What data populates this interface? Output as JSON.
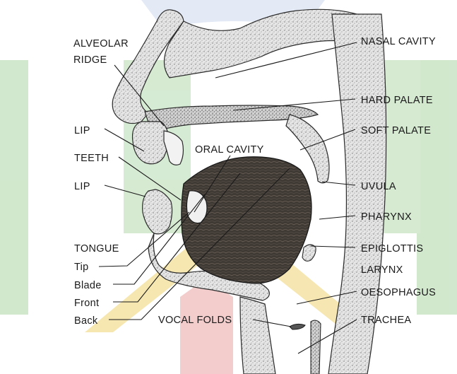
{
  "diagram": {
    "labels": {
      "alveolar_ridge_1": "ALVEOLAR",
      "alveolar_ridge_2": "RIDGE",
      "nasal_cavity": "NASAL CAVITY",
      "hard_palate": "HARD PALATE",
      "soft_palate": "SOFT PALATE",
      "lip_upper": "LIP",
      "teeth": "TEETH",
      "oral_cavity": "ORAL CAVITY",
      "lip_lower": "LIP",
      "uvula": "UVULA",
      "pharynx": "PHARYNX",
      "tongue": "TONGUE",
      "tip": "Tip",
      "blade": "Blade",
      "front": "Front",
      "back": "Back",
      "epiglottis": "EPIGLOTTIS",
      "larynx": "LARYNX",
      "oesophagus": "OESOPHAGUS",
      "trachea": "TRACHEA",
      "vocal_folds": "VOCAL FOLDS"
    },
    "colors": {
      "watermark_green": "#c7e3c4",
      "watermark_yellow": "#f5e5a8",
      "watermark_red": "#f3c9c9",
      "watermark_blue": "#dde6f6",
      "tissue_stipple": "#7a7a7a",
      "tongue_dark": "#3a3530",
      "ink": "#1a1a1a"
    }
  }
}
